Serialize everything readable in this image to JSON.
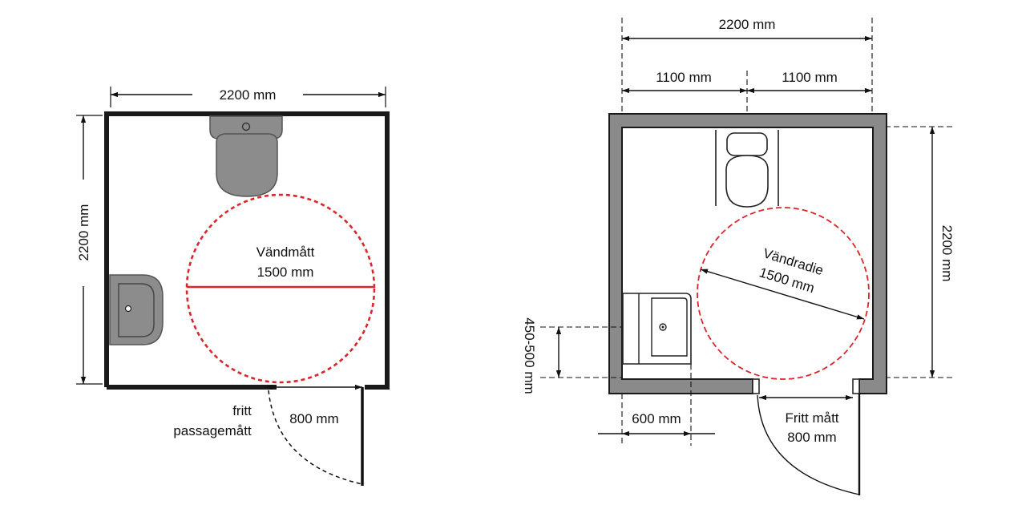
{
  "colors": {
    "wall_left": "#1a1a1a",
    "wall_right_fill": "#8a8a8a",
    "fixture_fill": "#8c8c8c",
    "fixture_stroke": "#555555",
    "turning_circle": "#d9262a",
    "ink": "#111111"
  },
  "icons": [
    "toilet-icon",
    "sink-icon",
    "door-swing-icon",
    "arrowhead-icon"
  ],
  "left_plan": {
    "width_label": "2200 mm",
    "height_label": "2200 mm",
    "circle_label_1": "Vändmått",
    "circle_label_2": "1500 mm",
    "door_width_label": "800 mm",
    "passage_label_1": "fritt",
    "passage_label_2": "passagemått"
  },
  "right_plan": {
    "width_label": "2200 mm",
    "half_left_label": "1100 mm",
    "half_right_label": "1100 mm",
    "height_label": "2200 mm",
    "circle_label_1": "Vändradie",
    "circle_label_2": "1500 mm",
    "sink_height_label": "450-500 mm",
    "sink_width_label": "600 mm",
    "door_label_1": "Fritt mått",
    "door_label_2": "800 mm"
  }
}
